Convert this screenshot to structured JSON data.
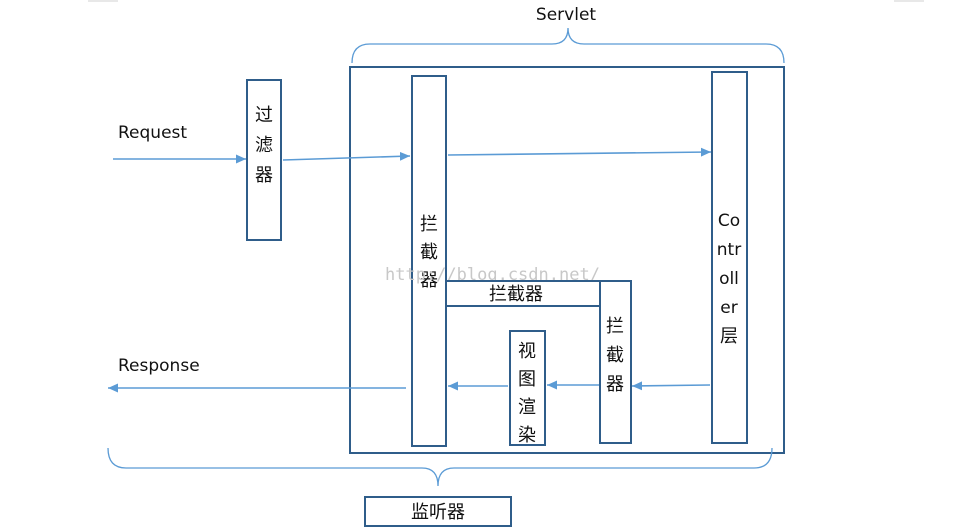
{
  "labels": {
    "servlet": "Servlet",
    "request": "Request",
    "response": "Response",
    "watermark": "http://blog.csdn.net/"
  },
  "boxes": {
    "filter": [
      "过",
      "滤",
      "器"
    ],
    "interceptor_main": [
      "拦",
      "截",
      "器"
    ],
    "interceptor_horizontal": "拦截器",
    "interceptor_right": [
      "拦",
      "截",
      "器"
    ],
    "controller": [
      "Co",
      "ntr",
      "oll",
      "er",
      "层"
    ],
    "view_render": [
      "视",
      "图",
      "渲",
      "染"
    ],
    "listener": "监听器"
  },
  "colors": {
    "box_stroke": "#2f5d8a",
    "arrow": "#5b9bd5",
    "text": "#111111"
  }
}
